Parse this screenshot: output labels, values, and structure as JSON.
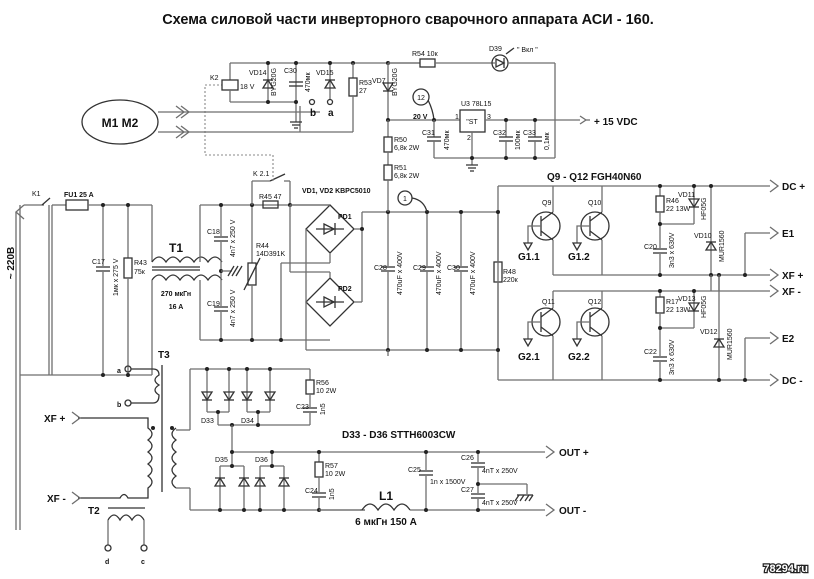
{
  "title": "Схема силовой части инверторного сварочного аппарата АСИ - 160.",
  "watermark": "78294.ru",
  "mains": {
    "label": "~ 220В",
    "switch": "K1",
    "fuse": "FU1  25 A"
  },
  "input_filter": {
    "c17": {
      "ref": "C17",
      "value": "1мк x 275 V"
    },
    "r43": {
      "ref": "R43",
      "value": "75к"
    },
    "t1": {
      "ref": "T1",
      "value1": "270 мкГн",
      "value2": "16 A"
    },
    "c18": {
      "ref": "C18",
      "value": "4n7 x 250 V"
    },
    "c19": {
      "ref": "C19",
      "value": "4n7 x 250 V"
    },
    "r44": {
      "ref": "R44",
      "value": "14D391K"
    },
    "r45": {
      "ref": "R45 47"
    },
    "k21": "K 2.1"
  },
  "rectifier": {
    "label": "VD1, VD2  KBPC5010",
    "pd1": "PD1",
    "pd2": "PD2",
    "c28": {
      "ref": "C28",
      "value": "470uF x 400V"
    },
    "c29": {
      "ref": "C29",
      "value": "470uF x 400V"
    },
    "c30b": {
      "ref": "C30",
      "value": "470uF x 400V"
    },
    "r48": {
      "ref": "R48",
      "value": "220к"
    },
    "node1": "1"
  },
  "aux": {
    "m1m2": "M1 M2",
    "k2": {
      "ref": "K2",
      "value": "18 V"
    },
    "vd14": {
      "ref": "VD14",
      "value": "BYG20G"
    },
    "c30": {
      "ref": "C30",
      "value": "470мк"
    },
    "vd15": {
      "ref": "VD15"
    },
    "term_b": "b",
    "term_a": "a",
    "r53": {
      "ref": "R53",
      "value": "27"
    },
    "vd7": {
      "ref": "VD7",
      "value": "BYG20G"
    },
    "r54": {
      "ref": "R54  10к"
    },
    "d39": {
      "ref": "D39",
      "value": "\" Вкл \""
    },
    "node12": "12",
    "v20": "20 V",
    "u3": {
      "ref": "U3  78L15",
      "body": "\"ST",
      "pin1": "1",
      "pin2": "2",
      "pin3": "3"
    },
    "c31": {
      "ref": "C31",
      "value": "470мк"
    },
    "c32": {
      "ref": "C32",
      "value": "100мк"
    },
    "c33": {
      "ref": "C33",
      "value": "0,1мк"
    },
    "r50": {
      "ref": "R50",
      "value": "6,8к 2W"
    },
    "r51": {
      "ref": "R51",
      "value": "6,8к 2W"
    },
    "out15": "+ 15 VDC"
  },
  "inverter": {
    "label": "Q9 - Q12  FGH40N60",
    "q9": "Q9",
    "q10": "Q10",
    "q11": "Q11",
    "q12": "Q12",
    "g11": "G1.1",
    "g12": "G1.2",
    "g21": "G2.1",
    "g22": "G2.2",
    "r46": {
      "ref": "R46",
      "value": "22 13W"
    },
    "r17": {
      "ref": "R17",
      "value": "22 13W"
    },
    "vd11": {
      "ref": "VD11",
      "value": "HF05G"
    },
    "vd13": {
      "ref": "VD13",
      "value": "HF05G"
    },
    "vd10": {
      "ref": "VD10",
      "value": "MUR1560"
    },
    "vd12": {
      "ref": "VD12",
      "value": "MUR1560"
    },
    "c20": {
      "ref": "C20",
      "value": "3n3 x 630V"
    },
    "c22": {
      "ref": "C22",
      "value": "3n3 x 630V"
    },
    "dcp": "DC +",
    "e1": "E1",
    "xfp": "XF +",
    "xfm": "XF -",
    "e2": "E2",
    "dcm": "DC -"
  },
  "output": {
    "t3": "T3",
    "t2": "T2",
    "a": "a",
    "b": "b",
    "c": "c",
    "d": "d",
    "xfp": "XF +",
    "xfm": "XF -",
    "d33": "D33",
    "d34": "D34",
    "d35": "D35",
    "d36": "D36",
    "diodes_label": "D33 - D36  STTH6003CW",
    "r56": {
      "ref": "R56",
      "value": "10 2W"
    },
    "c23": {
      "ref": "C23",
      "value": "1n5"
    },
    "r57": {
      "ref": "R57",
      "value": "10 2W"
    },
    "c24": {
      "ref": "C24",
      "value": "1n5"
    },
    "l1": {
      "ref": "L1",
      "value": "6 мкГн  150 A"
    },
    "c25": {
      "ref": "C25",
      "value": "1n x 1500V"
    },
    "c26": {
      "ref": "C26",
      "value": "4nT x 250V"
    },
    "c27": {
      "ref": "C27",
      "value": "4nT x 250V"
    },
    "outp": "OUT +",
    "outm": "OUT -"
  }
}
